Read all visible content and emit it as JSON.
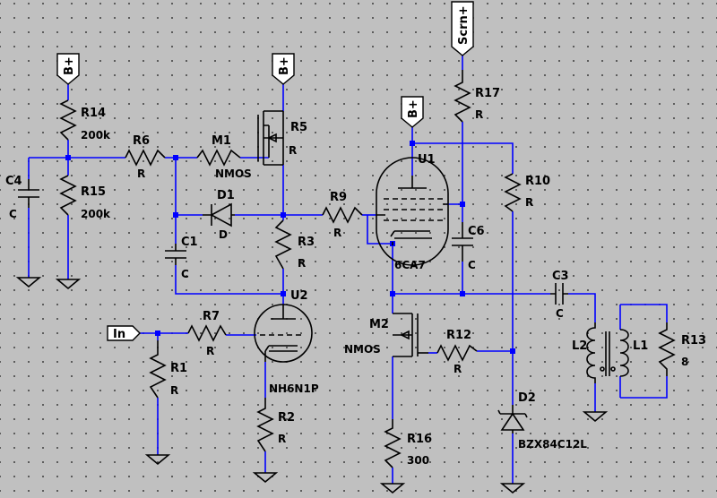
{
  "schematic": {
    "components": [
      {
        "id": "R14",
        "type": "resistor",
        "ref": "R14",
        "value": "200k"
      },
      {
        "id": "R15",
        "type": "resistor",
        "ref": "R15",
        "value": "200k"
      },
      {
        "id": "C4",
        "type": "capacitor",
        "ref": "C4",
        "value": "C"
      },
      {
        "id": "R5",
        "type": "resistor",
        "ref": "R5",
        "value": "R"
      },
      {
        "id": "R6",
        "type": "resistor",
        "ref": "R6",
        "value": "R"
      },
      {
        "id": "M1",
        "type": "nmos",
        "ref": "M1",
        "value": "NMOS"
      },
      {
        "id": "D1",
        "type": "diode",
        "ref": "D1",
        "value": "D"
      },
      {
        "id": "C1",
        "type": "capacitor",
        "ref": "C1",
        "value": "C"
      },
      {
        "id": "R3",
        "type": "resistor",
        "ref": "R3",
        "value": "R"
      },
      {
        "id": "R9",
        "type": "resistor",
        "ref": "R9",
        "value": "R"
      },
      {
        "id": "U2",
        "type": "triode",
        "ref": "U2",
        "value": "NH6N1P"
      },
      {
        "id": "R7",
        "type": "resistor",
        "ref": "R7",
        "value": "R"
      },
      {
        "id": "R1",
        "type": "resistor",
        "ref": "R1",
        "value": "R"
      },
      {
        "id": "R2",
        "type": "resistor",
        "ref": "R2",
        "value": "R"
      },
      {
        "id": "U1",
        "type": "pentode",
        "ref": "U1",
        "value": "6CA7"
      },
      {
        "id": "R17",
        "type": "resistor",
        "ref": "R17",
        "value": "R"
      },
      {
        "id": "R10",
        "type": "resistor",
        "ref": "R10",
        "value": "R"
      },
      {
        "id": "C6",
        "type": "capacitor",
        "ref": "C6",
        "value": "C"
      },
      {
        "id": "C3",
        "type": "capacitor",
        "ref": "C3",
        "value": "C"
      },
      {
        "id": "M2",
        "type": "nmos",
        "ref": "M2",
        "value": "NMOS"
      },
      {
        "id": "R12",
        "type": "resistor",
        "ref": "R12",
        "value": "R"
      },
      {
        "id": "R16",
        "type": "resistor",
        "ref": "R16",
        "value": "300"
      },
      {
        "id": "D2",
        "type": "zener",
        "ref": "D2",
        "value": "BZX84C12L"
      },
      {
        "id": "L2",
        "type": "inductor",
        "ref": "L2",
        "value": ""
      },
      {
        "id": "L1",
        "type": "inductor",
        "ref": "L1",
        "value": ""
      },
      {
        "id": "R13",
        "type": "resistor",
        "ref": "R13",
        "value": "8"
      }
    ],
    "flags": [
      {
        "id": "bplus_left",
        "text": "B+"
      },
      {
        "id": "bplus_mid",
        "text": "B+"
      },
      {
        "id": "bplus_u1",
        "text": "B+"
      },
      {
        "id": "scrn",
        "text": "Scrn+"
      },
      {
        "id": "in",
        "text": "In"
      }
    ],
    "colors": {
      "wire": "#0000ff",
      "component": "#000000",
      "background": "#c0c0c0",
      "grid_dot": "#404040"
    }
  }
}
